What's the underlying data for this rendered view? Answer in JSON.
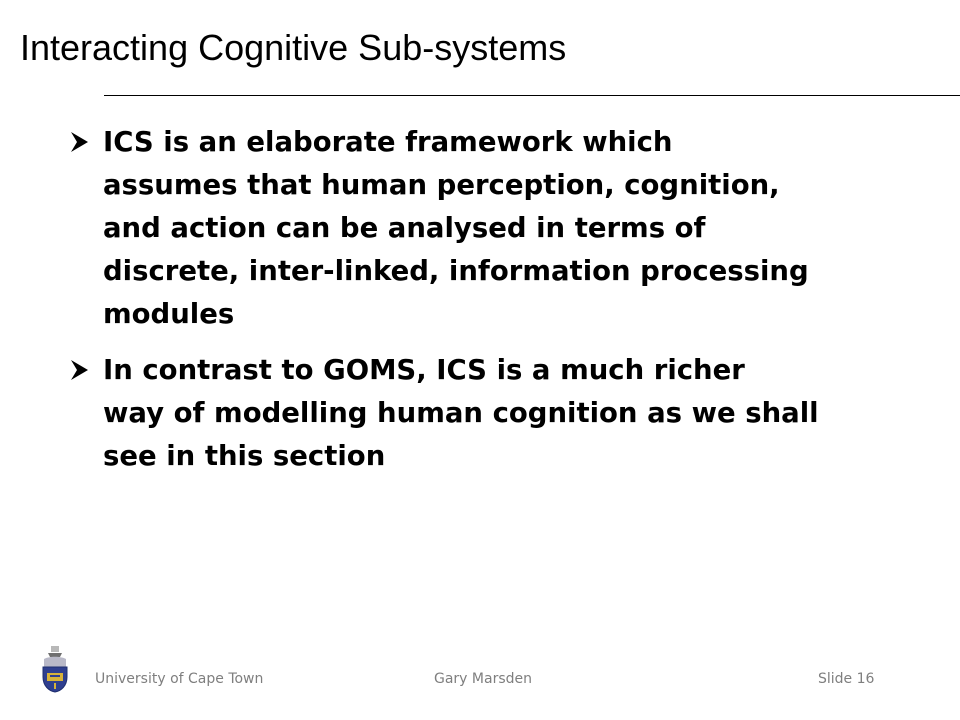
{
  "slide": {
    "title": "Interacting Cognitive Sub-systems",
    "bullet_icon": "arrowhead-bullet-icon",
    "bullets": [
      {
        "lines": [
          "ICS is an elaborate framework which",
          "assumes that human perception, cognition,",
          "and action can be analysed in terms of",
          "discrete, inter-linked, information processing",
          "modules"
        ]
      },
      {
        "lines": [
          "In contrast to GOMS, ICS is a much richer",
          "way of modelling human cognition as we shall",
          "see in this section"
        ]
      }
    ]
  },
  "footer": {
    "logo_icon": "university-crest-icon",
    "institution": "University of Cape Town",
    "author": "Gary Marsden",
    "slide_label": "Slide 16"
  },
  "colors": {
    "text": "#000000",
    "footer_text": "#7f7f7f",
    "crest_blue": "#2f3f8f",
    "crest_gold": "#d7b23a"
  }
}
